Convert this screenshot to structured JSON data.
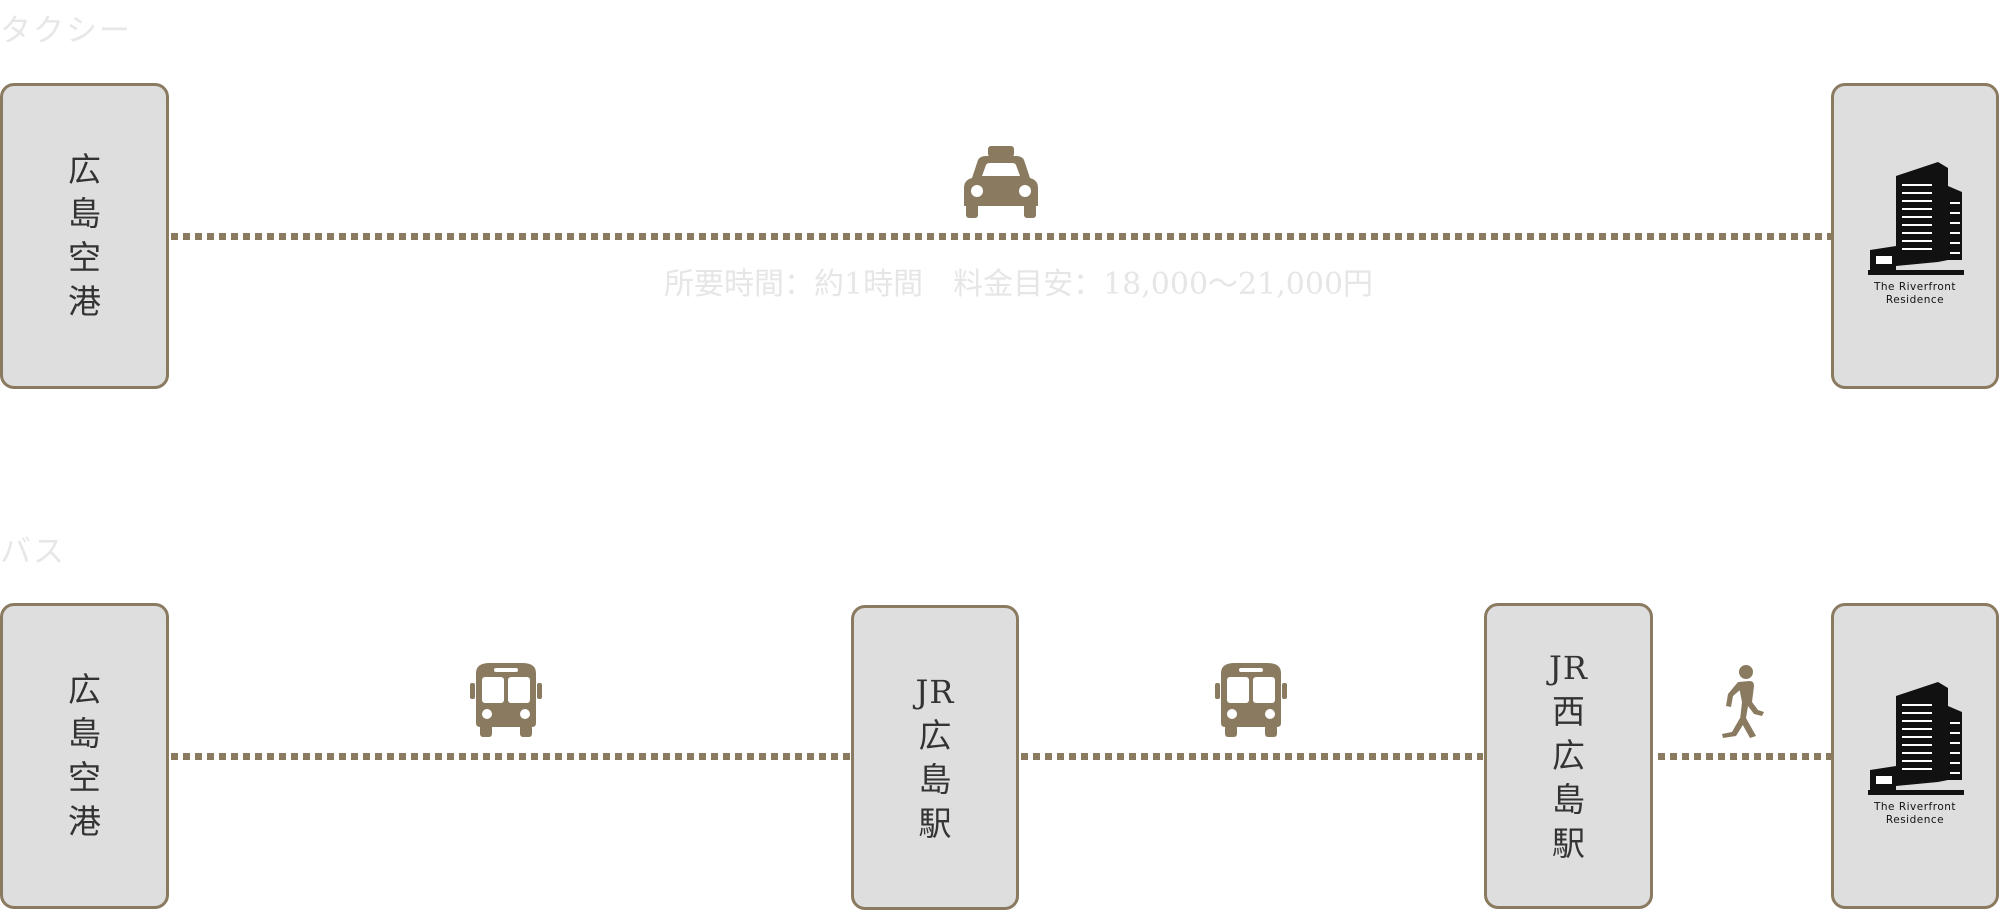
{
  "taxi": {
    "title": "タクシー",
    "origin": [
      "広",
      "島",
      "空",
      "港"
    ],
    "info": "所要時間：約1時間　料金目安：18,000～21,000円",
    "destination_logo": {
      "line1": "The Riverfront",
      "line2": "Residence"
    }
  },
  "bus": {
    "title": "バス",
    "origin": [
      "広",
      "島",
      "空",
      "港"
    ],
    "stop1": [
      "JR",
      "広",
      "島",
      "駅"
    ],
    "stop2": [
      "JR",
      "西",
      "広",
      "島",
      "駅"
    ],
    "destination_logo": {
      "line1": "The Riverfront",
      "line2": "Residence"
    }
  },
  "icons": [
    "taxi-icon",
    "bus-icon",
    "bus-icon",
    "walking-person-icon",
    "building-logo-icon"
  ],
  "colors": {
    "accent": "#8a7a60",
    "box_fill": "#dedede",
    "muted_text": "#e6e6e6"
  }
}
